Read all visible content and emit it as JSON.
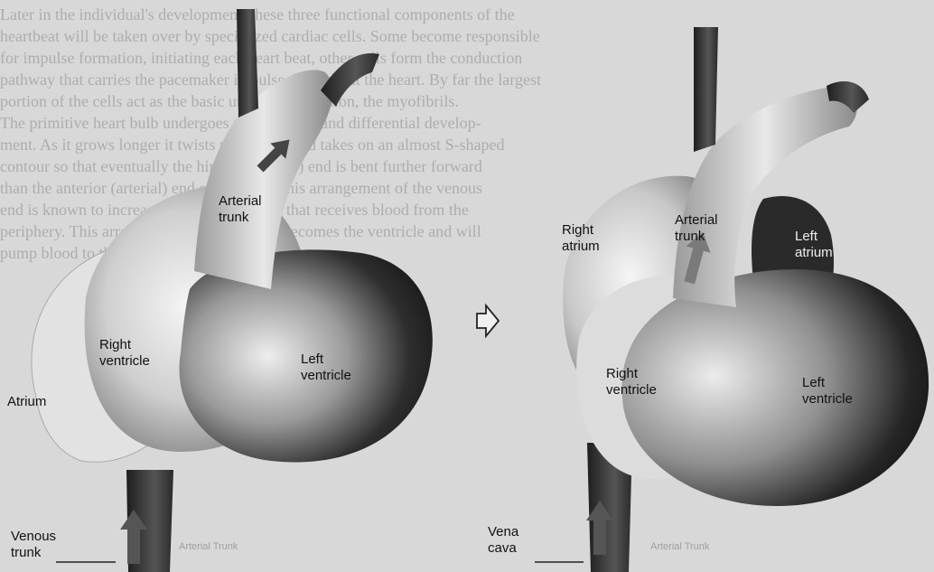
{
  "background_text": [
    "Later in the individual's development, these three functional components of the",
    "heartbeat will be taken over by specialized cardiac cells. Some become responsible",
    "for impulse formation, initiating each heart beat, other cells form the conduction",
    "pathway that carries the pacemaker impulse throughout the heart. By far the largest",
    "portion of the cells act as the basic units of contraction, the myofibrils.",
    "The primitive heart bulb undergoes rapid growth and differential develop-",
    "ment. As it grows longer it twists upon itself and takes on an almost S-shaped",
    "contour so that eventually the hind (or venous) end is bent further forward",
    "than the anterior (arterial) end of the tube. This arrangement of the venous",
    "end is known to increase the atrial chamber that receives blood from the",
    "periphery. This arrangement of arterial end becomes the ventricle and will",
    "pump blood to the peripheral organs."
  ],
  "left_heart": {
    "arterial_trunk": "Arterial\ntrunk",
    "right_ventricle": "Right\nventricle",
    "left_ventricle": "Left\nventricle",
    "atrium": "Atrium",
    "venous_trunk": "Venous\ntrunk"
  },
  "right_heart": {
    "right_atrium": "Right\natrium",
    "arterial_trunk": "Arterial\ntrunk",
    "left_atrium": "Left\natrium",
    "right_ventricle": "Right\nventricle",
    "left_ventricle": "Left\nventricle",
    "vena_cava": "Vena\ncava"
  },
  "faint_labels": {
    "left": "Arterial Trunk",
    "right": "Arterial Trunk"
  },
  "colors": {
    "background": "#d8d8d8",
    "heart_light": "#f2f2f2",
    "heart_dark": "#262626",
    "arrow": "#555555"
  },
  "icons": [
    "transformation-arrow-icon"
  ]
}
